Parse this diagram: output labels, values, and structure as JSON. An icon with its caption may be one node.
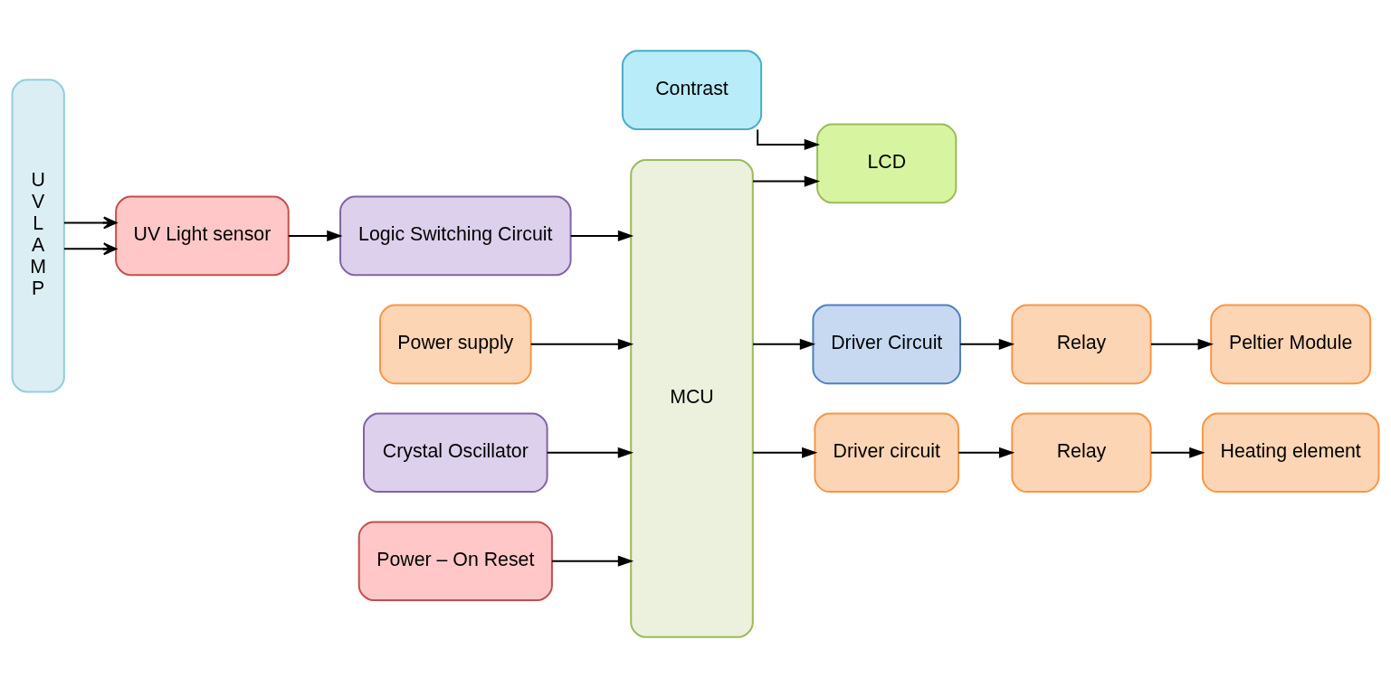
{
  "diagram": {
    "nodes": [
      {
        "text": [
          "U V L A M P"
        ]
      },
      {
        "text": [
          "UV Light sensor"
        ]
      },
      {
        "text": [
          "Power supply"
        ]
      },
      {
        "text": [
          "Logic Switching Circuit"
        ]
      },
      {
        "text": [
          "Crystal Oscillator"
        ]
      },
      {
        "text": [
          "MCU"
        ]
      },
      {
        "text": [
          "Power – On Reset"
        ]
      },
      {
        "text": [
          "Contrast"
        ]
      },
      {
        "text": [
          "LCD"
        ]
      },
      {
        "text": [
          "Driver Circuit"
        ]
      },
      {
        "text": [
          "Relay"
        ]
      },
      {
        "text": [
          "Peltier Module"
        ]
      },
      {
        "text": [
          "Driver circuit"
        ]
      },
      {
        "text": [
          "Relay"
        ]
      },
      {
        "text": [
          "Heating element"
        ]
      }
    ],
    "edges": [
      {
        "from": 0,
        "to": 1,
        "arrow": "to"
      },
      {
        "from": 0,
        "to": 1,
        "arrow": "to"
      },
      {
        "from": 1,
        "to": 3,
        "arrow": "to"
      },
      {
        "from": 2,
        "to": 5,
        "arrow": "to"
      },
      {
        "from": 3,
        "to": 5,
        "arrow": "to"
      },
      {
        "from": 4,
        "to": 5,
        "arrow": "to"
      },
      {
        "from": 6,
        "to": 5,
        "arrow": "to"
      },
      {
        "from": 5,
        "to": 8,
        "arrow": "to"
      },
      {
        "from": 7,
        "to": 8,
        "arrow": "to"
      },
      {
        "from": 5,
        "to": 9,
        "arrow": "to"
      },
      {
        "from": 5,
        "to": 12,
        "arrow": "to"
      },
      {
        "from": 9,
        "to": 10,
        "arrow": "to"
      },
      {
        "from": 10,
        "to": 11,
        "arrow": "to"
      },
      {
        "from": 12,
        "to": 13,
        "arrow": "to"
      },
      {
        "from": 13,
        "to": 14,
        "arrow": "to"
      }
    ]
  }
}
